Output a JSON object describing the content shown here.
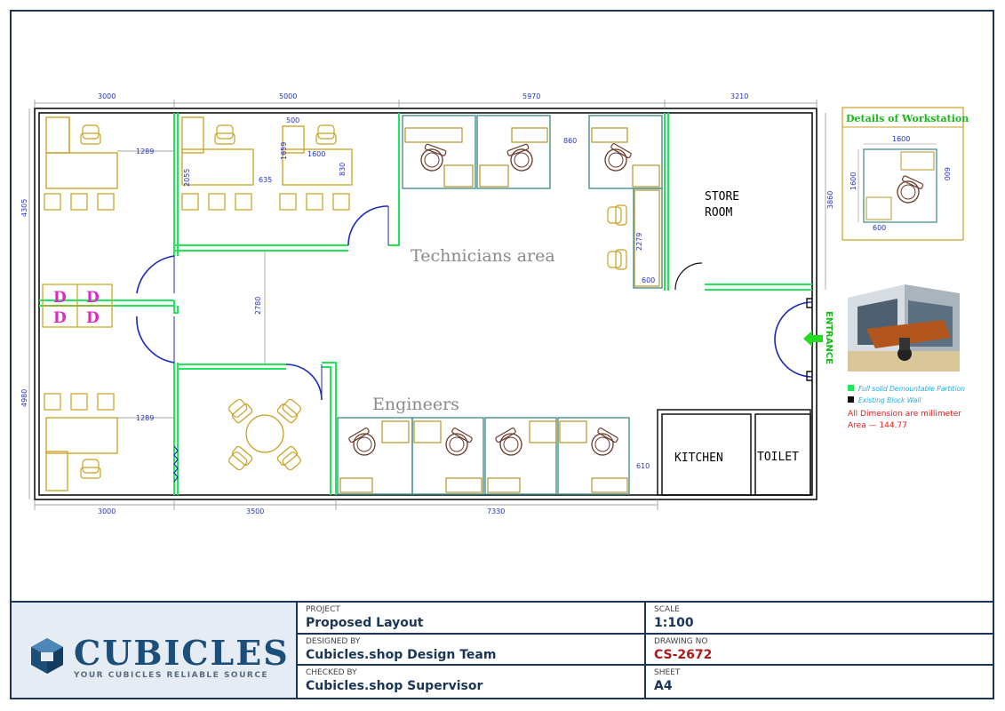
{
  "plan": {
    "dimensions_top": [
      "3000",
      "5000",
      "5970",
      "3210"
    ],
    "dimensions_bottom": [
      "3000",
      "3500",
      "7330"
    ],
    "dimensions_left": [
      "4305",
      "4980"
    ],
    "dimensions_right": [
      "3860"
    ],
    "dimensions_inner": [
      "1289",
      "2055",
      "500",
      "1659",
      "1600",
      "830",
      "635",
      "860",
      "2279",
      "600",
      "2780",
      "1289",
      "610"
    ],
    "rooms": {
      "store_room_line1": "STORE",
      "store_room_line2": "ROOM",
      "kitchen": "KITCHEN",
      "toilet": "TOILET",
      "entrance": "ENTRANCE"
    },
    "areas": {
      "technicians": "Technicians area",
      "engineers": "Engineers"
    },
    "storage_mark": "D"
  },
  "workstation_detail": {
    "title": "Details of Workstation",
    "dims": [
      "1600",
      "600",
      "1600",
      "600"
    ]
  },
  "legend": {
    "partition": "Full solid Demountable Partition",
    "wall": "Existing Block Wall",
    "note": "All Dimension are millimeter",
    "area": "Area  —  144.77",
    "colors": {
      "partition": "#1ee85a",
      "wall": "#111111",
      "note": "#e81a1a"
    }
  },
  "title_block": {
    "brand": "CUBICLES",
    "tagline": "YOUR CUBICLES RELIABLE SOURCE",
    "project_label": "PROJECT",
    "project_value": "Proposed Layout",
    "scale_label": "SCALE",
    "scale_value": "1:100",
    "designed_label": "DESIGNED BY",
    "designed_value": "Cubicles.shop Design Team",
    "drawing_label": "DRAWING NO",
    "drawing_value": "CS-2672",
    "checked_label": "CHECKED BY",
    "checked_value": "Cubicles.shop Supervisor",
    "sheet_label": "SHEET",
    "sheet_value": "A4"
  }
}
